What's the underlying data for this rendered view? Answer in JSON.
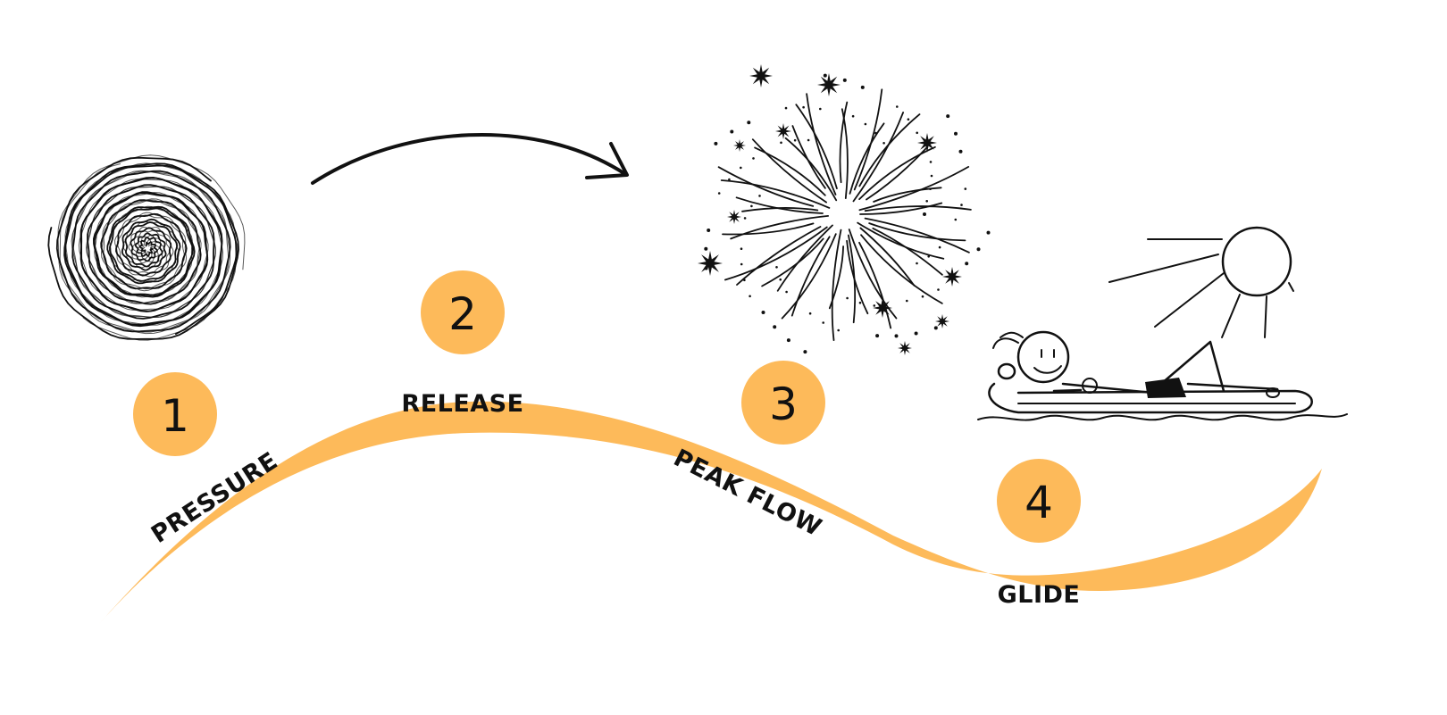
{
  "colors": {
    "accent": "#FDBA5A",
    "ink": "#111111",
    "background": "#FFFFFF"
  },
  "stages": [
    {
      "number": "1",
      "label": "PRESSURE",
      "icon": "spiral-icon"
    },
    {
      "number": "2",
      "label": "RELEASE",
      "icon": "arrow-icon"
    },
    {
      "number": "3",
      "label": "PEAK FLOW",
      "icon": "fireworks-icon"
    },
    {
      "number": "4",
      "label": "GLIDE",
      "icon": "relaxing-person-icon"
    }
  ]
}
